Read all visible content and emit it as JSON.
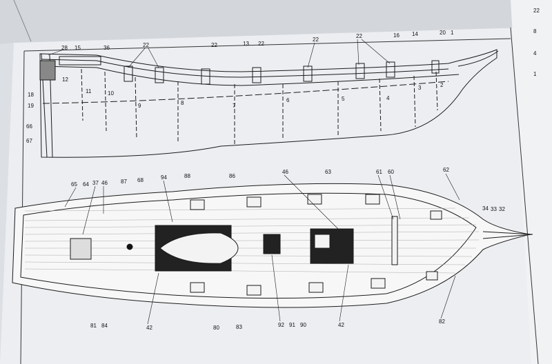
{
  "colors": {
    "paper": "#eceef1",
    "shadow": "#c9ccd2",
    "ink": "#1a1a1a",
    "deck": "#f7f7f7"
  },
  "side_view_labels": {
    "l28": "28",
    "l15": "15",
    "l36": "36",
    "l22a": "22",
    "l22b": "22",
    "l13": "13",
    "l22c": "22",
    "l22d": "22",
    "l22e": "22",
    "l16": "16",
    "l14": "14",
    "l20": "20",
    "l1": "1",
    "l12": "12",
    "l18": "18",
    "l19": "19",
    "l11": "11",
    "l10": "10",
    "l9": "9",
    "l8": "8",
    "l7": "7",
    "l6": "6",
    "l5": "5",
    "l4": "4",
    "l3": "3",
    "l2": "2",
    "l66": "66",
    "l67": "67"
  },
  "deck_plan_labels": {
    "l65": "65",
    "l64": "64",
    "l37": "37",
    "l46a": "46",
    "l87": "87",
    "l68": "68",
    "l94": "94",
    "l88": "88",
    "l86": "86",
    "l46b": "46",
    "l63": "63",
    "l61": "61",
    "l60": "60",
    "l62": "62",
    "l34": "34",
    "l33": "33",
    "l32": "32",
    "l81": "81",
    "l84": "84",
    "l42a": "42",
    "l80": "80",
    "l83": "83",
    "l92": "92",
    "l91": "91",
    "l90": "90",
    "l42b": "42",
    "l82": "82"
  },
  "margin_labels": {
    "r1": "22",
    "r2": "8",
    "r3": "4",
    "r4": "1"
  }
}
